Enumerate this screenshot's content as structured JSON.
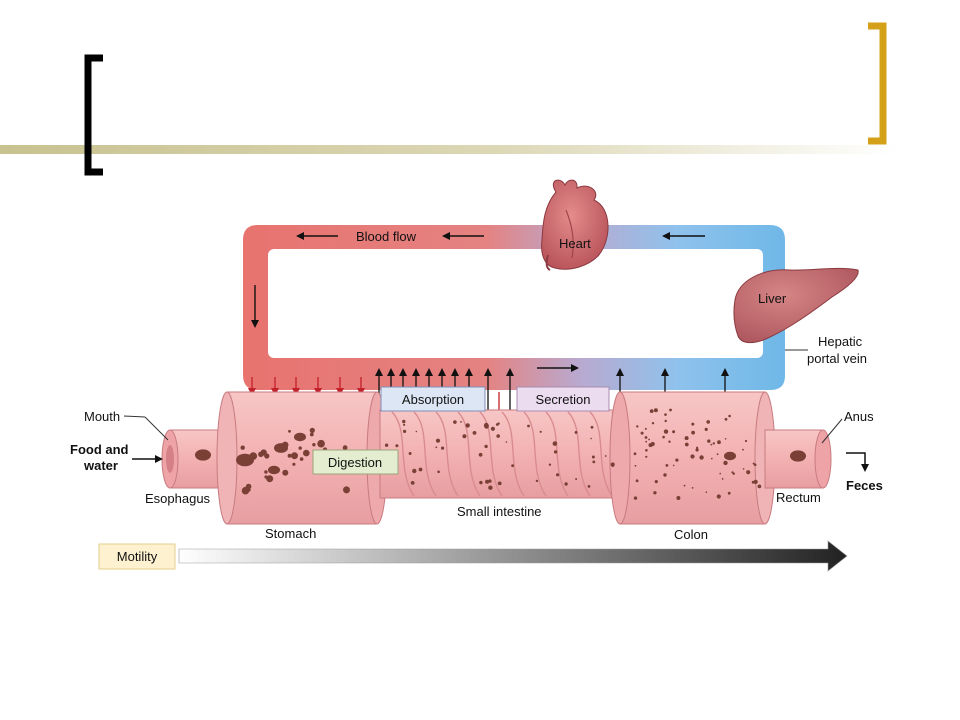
{
  "slide": {
    "title": "",
    "accent_colors": {
      "title_bar": "#c8c290",
      "bracket_left": "#000000",
      "bracket_right": "#d4a017"
    }
  },
  "diagram": {
    "labels": {
      "blood_flow": "Blood flow",
      "heart": "Heart",
      "liver": "Liver",
      "hepatic_portal_vein": [
        "Hepatic",
        "portal vein"
      ],
      "mouth": "Mouth",
      "food_and_water": [
        "Food and",
        "water"
      ],
      "esophagus": "Esophagus",
      "stomach": "Stomach",
      "small_intestine": "Small intestine",
      "colon": "Colon",
      "rectum": "Rectum",
      "anus": "Anus",
      "feces": "Feces",
      "absorption": "Absorption",
      "secretion": "Secretion",
      "digestion": "Digestion",
      "motility": "Motility"
    },
    "colors": {
      "arterial": "#e8736f",
      "venous": "#6fb8e8",
      "gut": "#f2aeb0",
      "gut_dark": "#d98c90",
      "chyme": "#7a4036",
      "absorption_box": "#dde6f5",
      "secretion_box": "#ecdcef",
      "digestion_box": "#e4edcf",
      "motility_box": "#fdf1cf",
      "down_arrow": "#c2202a",
      "up_arrow": "#111111"
    }
  }
}
